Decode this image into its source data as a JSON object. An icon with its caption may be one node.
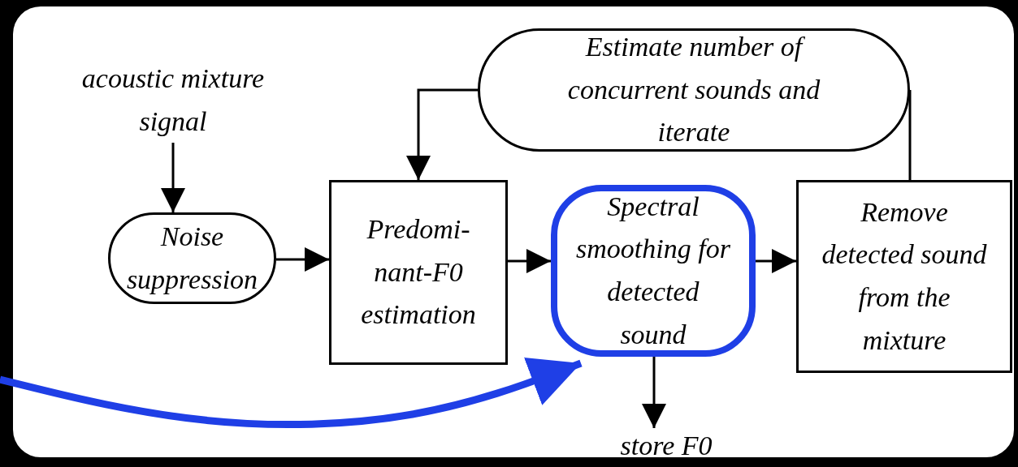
{
  "diagram": {
    "nodes": [
      {
        "text": [
          "acoustic mixture signal"
        ]
      },
      {
        "text": [
          "Noise suppression"
        ]
      },
      {
        "text": [
          "Predomi- nant-F0 estimation"
        ]
      },
      {
        "text": [
          "Estimate number of concurrent sounds and iterate"
        ]
      },
      {
        "text": [
          "Spectral smoothing for detected sound"
        ]
      },
      {
        "text": [
          "Remove detected sound from the mixture"
        ]
      },
      {
        "text": [
          "store F0"
        ]
      }
    ],
    "edges": [
      {
        "from": 0,
        "to": 1,
        "arrow": "to"
      },
      {
        "from": 1,
        "to": 2,
        "arrow": "to"
      },
      {
        "from": 2,
        "to": 4,
        "arrow": "to"
      },
      {
        "from": 4,
        "to": 5,
        "arrow": "to"
      },
      {
        "from": 5,
        "to": 3,
        "arrow": "none"
      },
      {
        "from": 3,
        "to": 2,
        "arrow": "to"
      },
      {
        "from": 4,
        "to": 6,
        "arrow": "to"
      },
      {
        "from": null,
        "to": 4,
        "arrow": "to",
        "style": "thick",
        "color": "#1f3fe6"
      }
    ]
  }
}
